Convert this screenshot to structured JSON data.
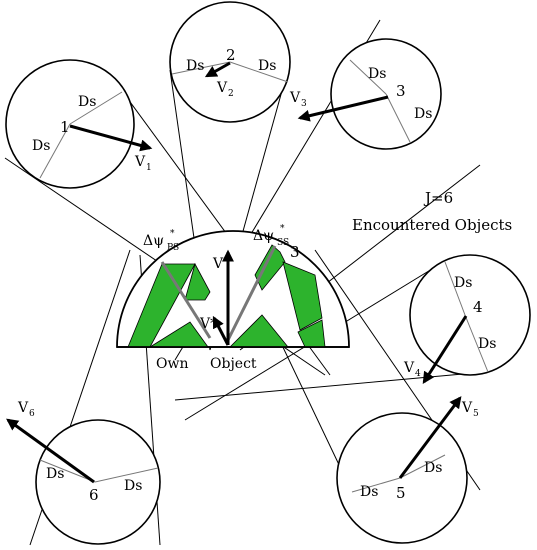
{
  "header": {
    "count": "J=6",
    "caption": "Encountered Objects"
  },
  "own_ship": {
    "word_own": "Own",
    "word_object": "Object",
    "velocity": "V",
    "velocity_star": "V*",
    "port_angle": "Δψ",
    "port_angle_sup": "*",
    "port_angle_sub": "PS",
    "starboard_angle": "Δψ",
    "starboard_angle_sup": "*",
    "starboard_angle_sub": "SS",
    "sector_mark": "3"
  },
  "objects": [
    {
      "id": "1",
      "velocity": "V",
      "velocity_sub": "1",
      "ds_a": "Ds",
      "ds_b": "Ds"
    },
    {
      "id": "2",
      "velocity": "V",
      "velocity_sub": "2",
      "ds_a": "Ds",
      "ds_b": "Ds"
    },
    {
      "id": "3",
      "velocity": "V",
      "velocity_sub": "3",
      "ds_a": "Ds",
      "ds_b": "Ds"
    },
    {
      "id": "4",
      "velocity": "V",
      "velocity_sub": "4",
      "ds_a": "Ds",
      "ds_b": "Ds"
    },
    {
      "id": "5",
      "velocity": "V",
      "velocity_sub": "5",
      "ds_a": "Ds",
      "ds_b": "Ds"
    },
    {
      "id": "6",
      "velocity": "V",
      "velocity_sub": "6",
      "ds_a": "Ds",
      "ds_b": "Ds"
    }
  ]
}
